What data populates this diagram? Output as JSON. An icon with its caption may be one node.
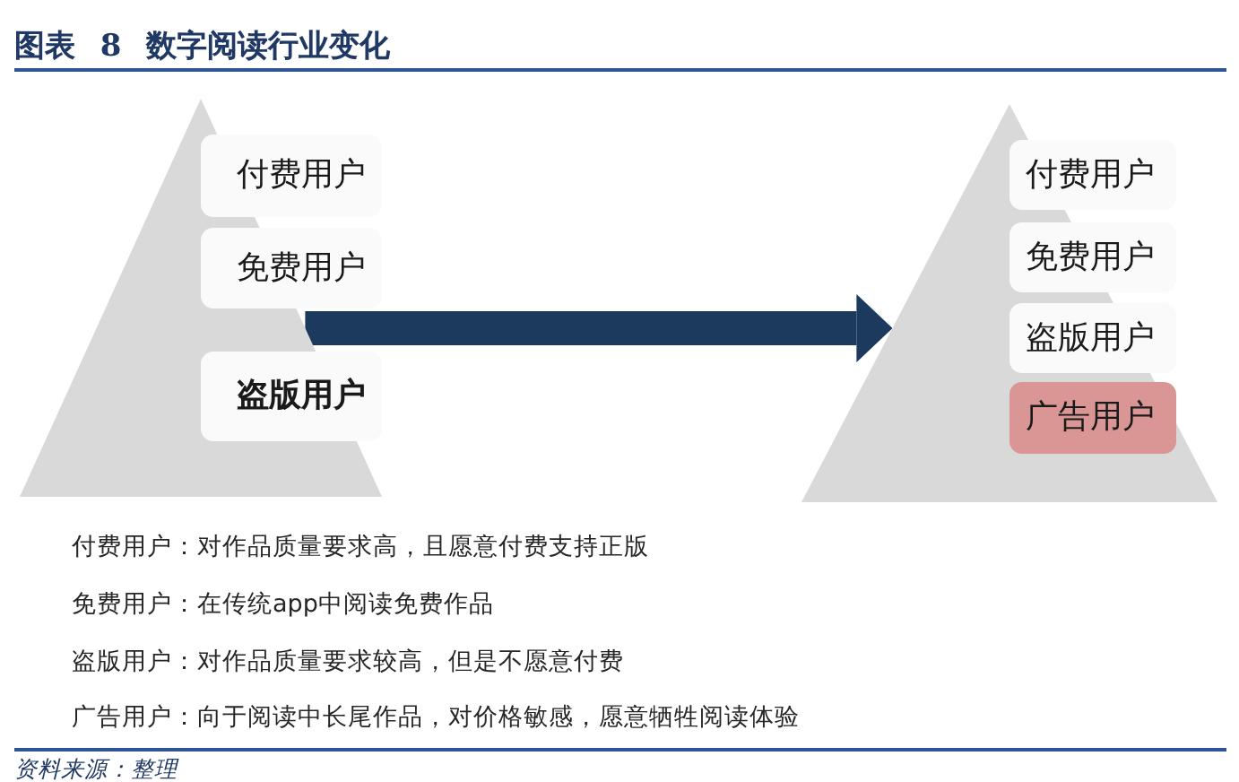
{
  "diagram": {
    "title": "图表 8 数字阅读行业变化",
    "caption": "资料来源：整理",
    "nodes": [
      {
        "text": [],
        "shape": "triangle"
      },
      {
        "text": [
          "付费用户"
        ],
        "in": 0
      },
      {
        "text": [
          "免费用户"
        ],
        "in": 0
      },
      {
        "text": [
          "盗版用户"
        ],
        "in": 0
      },
      {
        "text": [],
        "shape": "triangle"
      },
      {
        "text": [
          "付费用户"
        ],
        "in": 4
      },
      {
        "text": [
          "免费用户"
        ],
        "in": 4
      },
      {
        "text": [
          "盗版用户"
        ],
        "in": 4
      },
      {
        "text": [
          "广告用户"
        ],
        "in": 4
      }
    ],
    "edges": [
      {
        "from": 0,
        "to": 4,
        "arrow": "to"
      }
    ],
    "labels": [
      "付费用户：对作品质量要求高，且愿意付费支持正版",
      "免费用户：在传统app中阅读免费作品",
      "盗版用户：对作品质量要求较高，但是不愿意付费",
      "广告用户：向于阅读中长尾作品，对价格敏感，愿意牺牲阅读体验"
    ]
  }
}
